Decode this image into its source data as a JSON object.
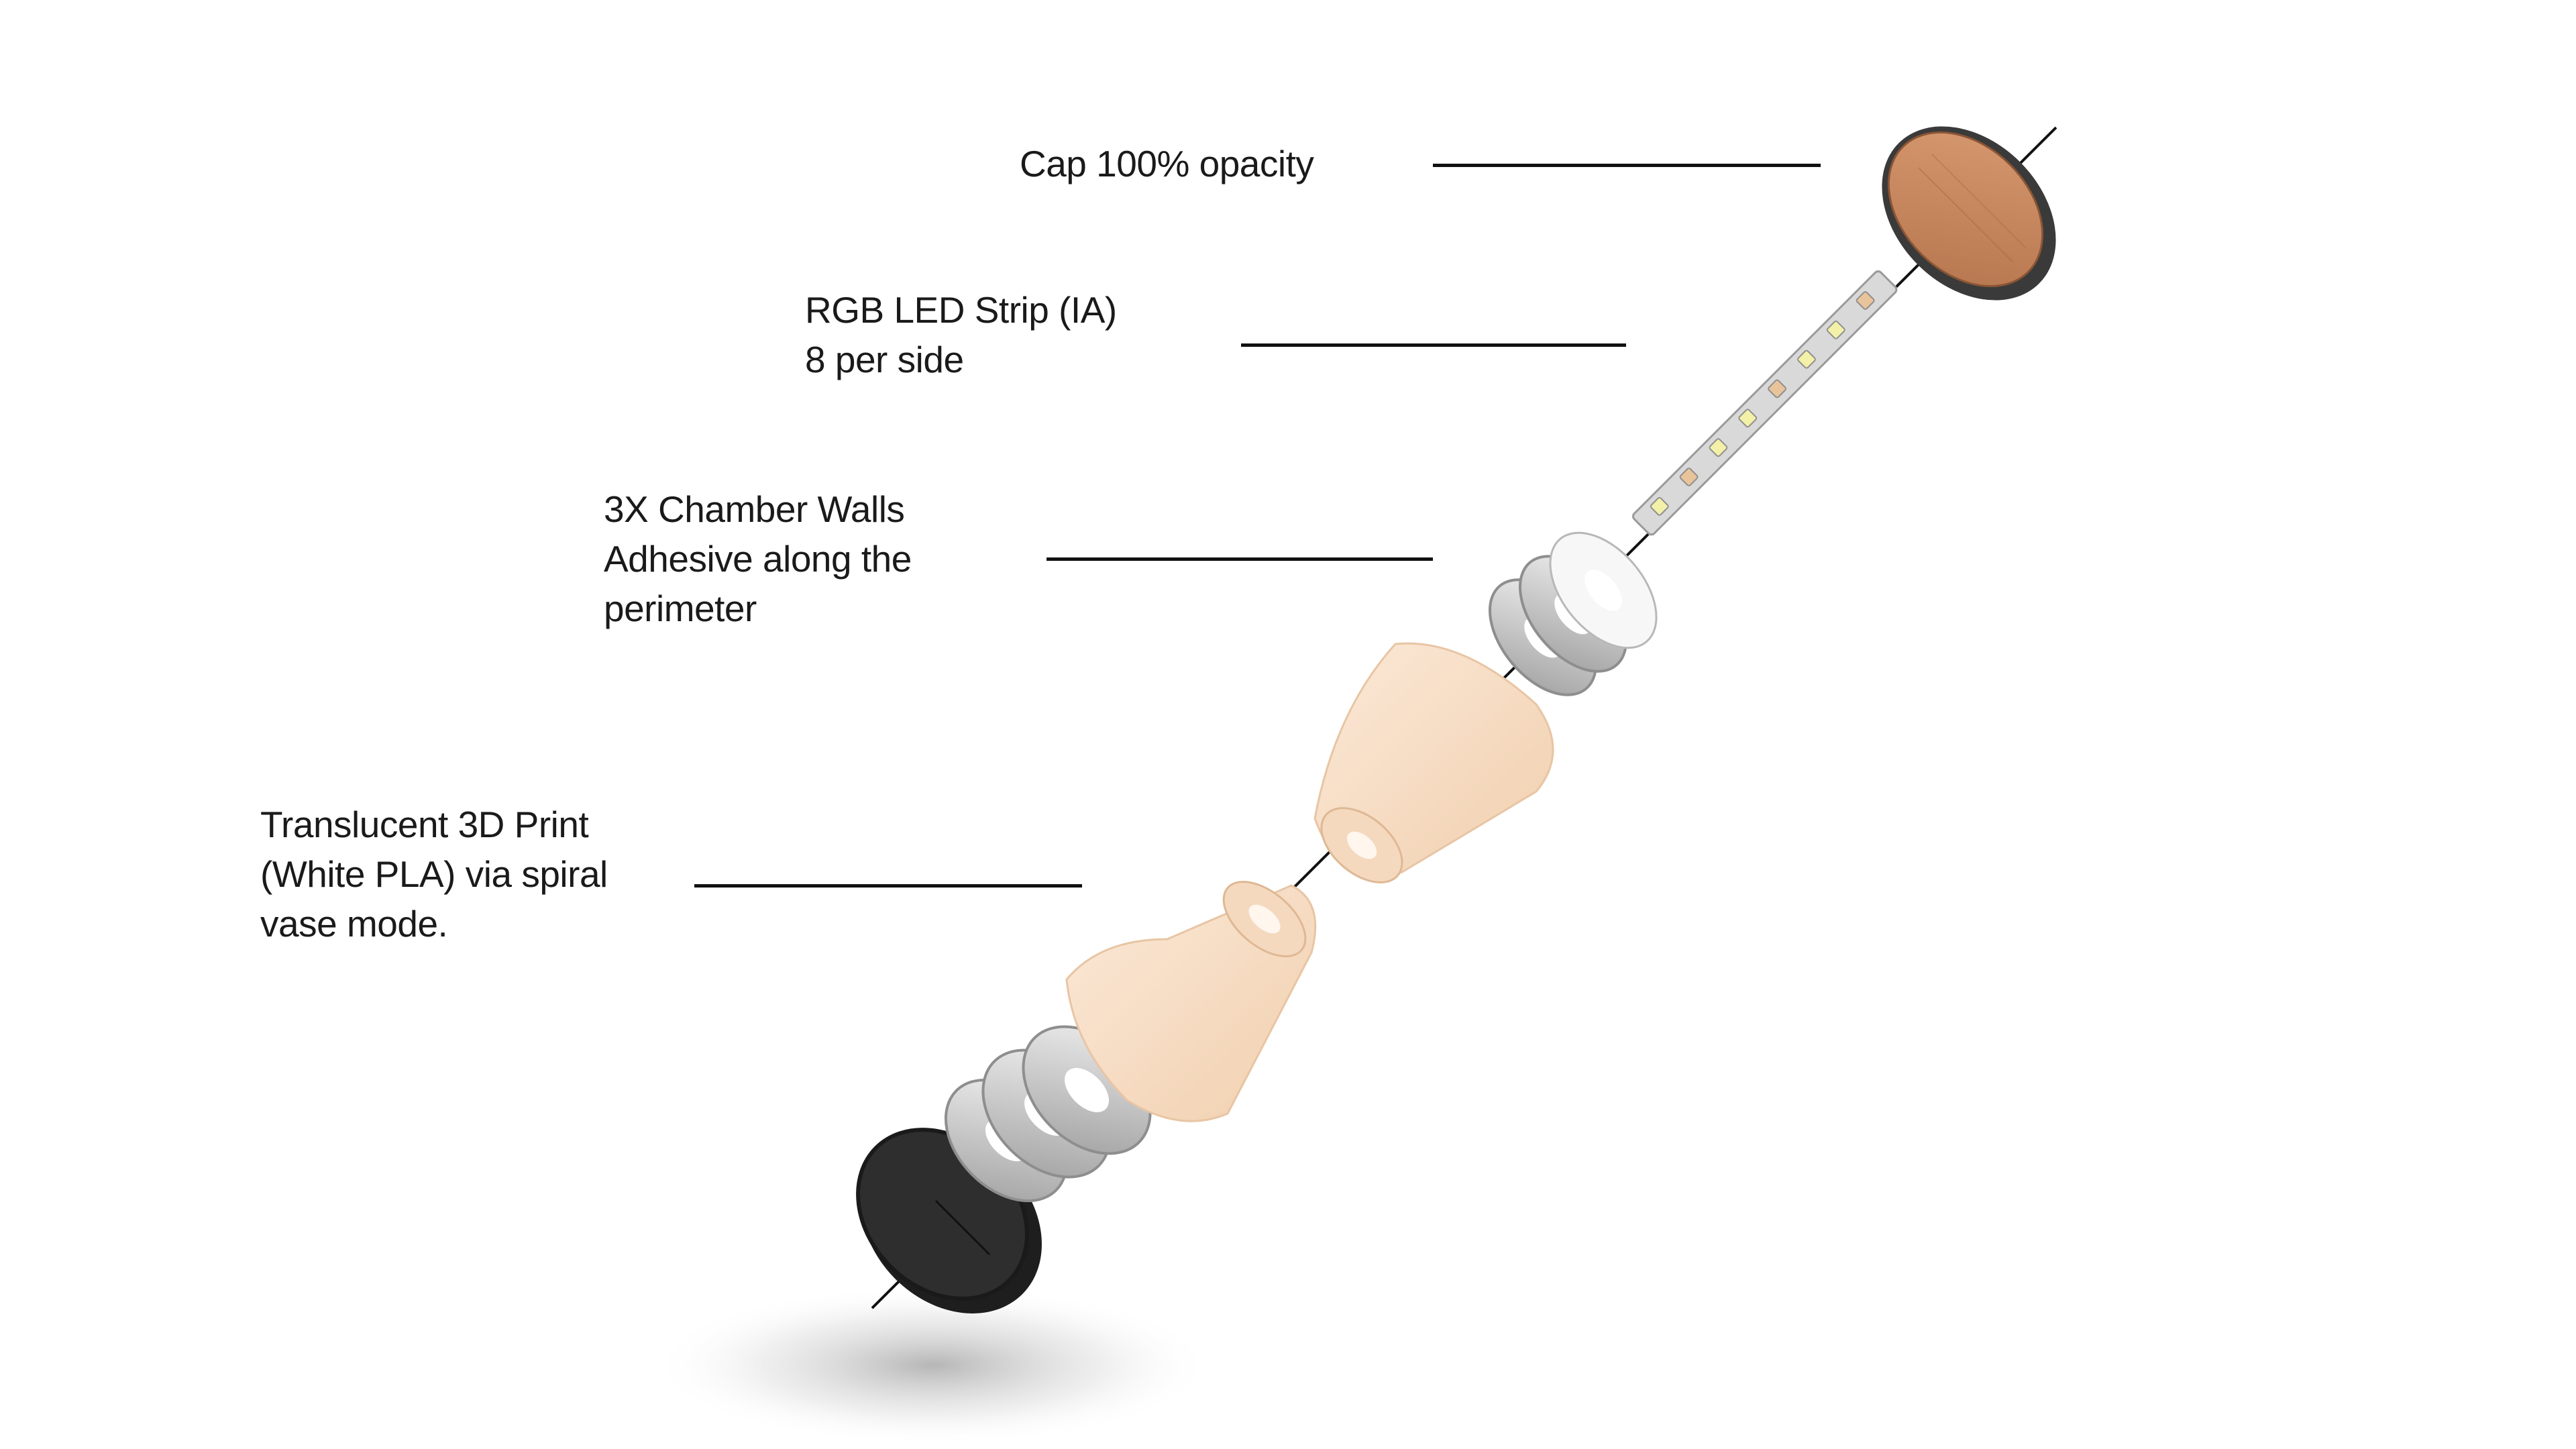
{
  "labels": {
    "cap": {
      "lines": [
        "Cap 100% opacity"
      ]
    },
    "led": {
      "lines": [
        "RGB LED Strip (IA)",
        "8 per side"
      ]
    },
    "walls": {
      "lines": [
        "3X Chamber Walls",
        "Adhesive along the",
        "perimeter"
      ]
    },
    "print": {
      "lines": [
        "Translucent 3D Print",
        "(White PLA) via spiral",
        "vase mode."
      ]
    }
  },
  "colors": {
    "cap_wood": "#c98a60",
    "cap_rim": "#3a3a3a",
    "base_disc": "#2b2b2b",
    "shade": "#f6dcc4",
    "led_strip": "#d6d6d6",
    "led_on": "#f3f0a8",
    "wall_ring": "#d0d0d0",
    "leader_line": "#111111"
  }
}
